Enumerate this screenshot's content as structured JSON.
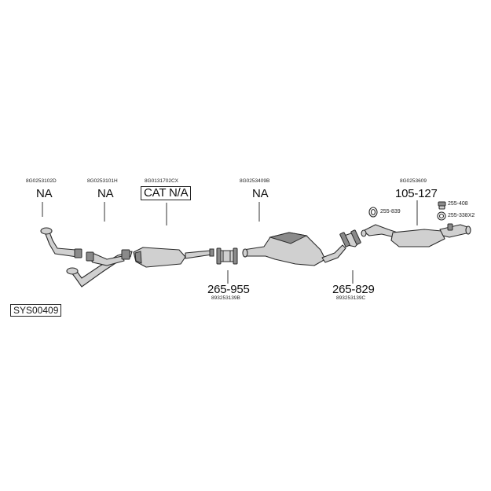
{
  "system_code": "SYS00409",
  "parts": [
    {
      "oem": "8G0253102D",
      "label": "NA"
    },
    {
      "oem": "8G0253101H",
      "label": "NA"
    },
    {
      "oem": "8G0131702CX",
      "label": "CAT N/A"
    },
    {
      "oem": "8G0253409B",
      "label": "NA"
    },
    {
      "oem": "8G0253609",
      "label": "105-127"
    }
  ],
  "lower_parts": [
    {
      "label": "265-955",
      "oem": "893253139B"
    },
    {
      "label": "265-829",
      "oem": "893253139C"
    }
  ],
  "small_parts": [
    {
      "label": "255-839",
      "icon": "ring-clamp-icon"
    },
    {
      "label": "255-408",
      "icon": "rubber-hanger-icon"
    },
    {
      "label": "255-338X2",
      "icon": "rubber-ring-icon"
    }
  ]
}
